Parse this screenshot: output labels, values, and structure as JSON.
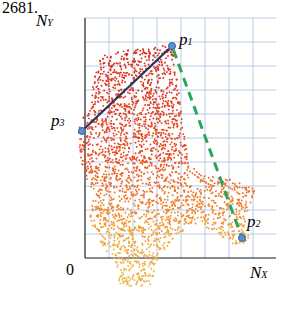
{
  "diagram": {
    "nodes": [
      {
        "text": [
          "p1"
        ]
      },
      {
        "text": [
          "p3"
        ]
      },
      {
        "text": [
          "p2"
        ]
      }
    ],
    "edges": [
      {
        "from": 1,
        "to": 0,
        "arrow": "none"
      },
      {
        "from": 0,
        "to": 2,
        "arrow": "none"
      }
    ],
    "labels": [
      "2681.",
      "NY",
      "NX",
      "0"
    ]
  }
}
